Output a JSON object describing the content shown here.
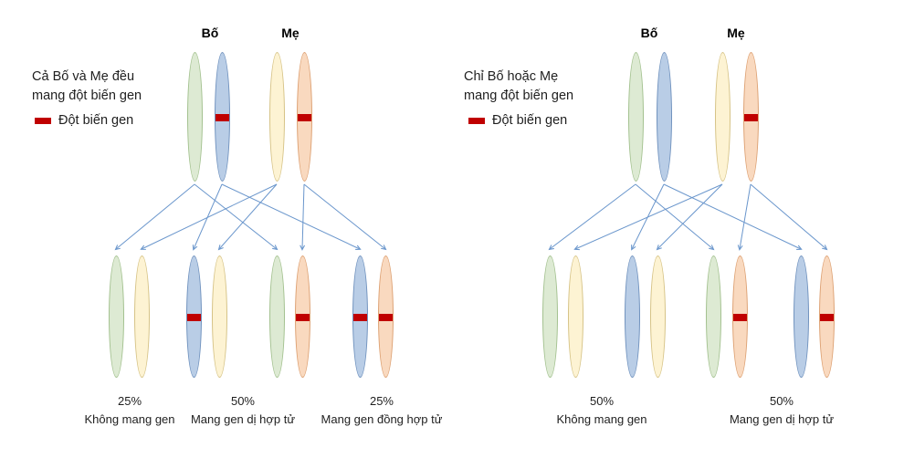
{
  "colors": {
    "background": "#ffffff",
    "mutation": "#c00000",
    "arrow": "#6a96cc",
    "text": "#1f1f1f",
    "chromosome": {
      "green": {
        "fill": "#ddead3",
        "border": "#a3c18f"
      },
      "blue": {
        "fill": "#b9cde6",
        "border": "#7092be"
      },
      "yellow": {
        "fill": "#fdf3d3",
        "border": "#d6c386"
      },
      "orange": {
        "fill": "#f9d9bf",
        "border": "#dda173"
      }
    }
  },
  "panels": [
    {
      "name": "both-parents-carry-mutation",
      "description_lines": [
        "Cả Bố và Mẹ đều",
        "mang đột biến gen"
      ],
      "legend": "Đột biến gen",
      "father_label": "Bố",
      "mother_label": "Mẹ",
      "parents": [
        {
          "parent": "father",
          "color": "green",
          "mutation": false
        },
        {
          "parent": "father",
          "color": "blue",
          "mutation": true
        },
        {
          "parent": "mother",
          "color": "yellow",
          "mutation": false
        },
        {
          "parent": "mother",
          "color": "orange",
          "mutation": true
        }
      ],
      "offspring_pairs": [
        {
          "chromosomes": [
            {
              "color": "green",
              "mutation": false
            },
            {
              "color": "yellow",
              "mutation": false
            }
          ]
        },
        {
          "chromosomes": [
            {
              "color": "blue",
              "mutation": true
            },
            {
              "color": "yellow",
              "mutation": false
            }
          ]
        },
        {
          "chromosomes": [
            {
              "color": "green",
              "mutation": false
            },
            {
              "color": "orange",
              "mutation": true
            }
          ]
        },
        {
          "chromosomes": [
            {
              "color": "blue",
              "mutation": true
            },
            {
              "color": "orange",
              "mutation": true
            }
          ]
        }
      ],
      "inheritance": [
        {
          "parent": 0,
          "children": [
            [
              0,
              0
            ],
            [
              2,
              0
            ]
          ]
        },
        {
          "parent": 1,
          "children": [
            [
              1,
              0
            ],
            [
              3,
              0
            ]
          ]
        },
        {
          "parent": 2,
          "children": [
            [
              0,
              1
            ],
            [
              1,
              1
            ]
          ]
        },
        {
          "parent": 3,
          "children": [
            [
              2,
              1
            ],
            [
              3,
              1
            ]
          ]
        }
      ],
      "results": [
        {
          "percent": "25%",
          "label": "Không mang gen"
        },
        {
          "percent": "50%",
          "label": "Mang gen dị hợp tử"
        },
        {
          "percent": "25%",
          "label": "Mang gen đồng hợp tử"
        }
      ]
    },
    {
      "name": "one-parent-carries-mutation",
      "description_lines": [
        "Chỉ Bố hoặc Mẹ",
        "mang đột biến gen"
      ],
      "legend": "Đột biến gen",
      "father_label": "Bố",
      "mother_label": "Mẹ",
      "parents": [
        {
          "parent": "father",
          "color": "green",
          "mutation": false
        },
        {
          "parent": "father",
          "color": "blue",
          "mutation": false
        },
        {
          "parent": "mother",
          "color": "yellow",
          "mutation": false
        },
        {
          "parent": "mother",
          "color": "orange",
          "mutation": true
        }
      ],
      "offspring_pairs": [
        {
          "chromosomes": [
            {
              "color": "green",
              "mutation": false
            },
            {
              "color": "yellow",
              "mutation": false
            }
          ]
        },
        {
          "chromosomes": [
            {
              "color": "blue",
              "mutation": false
            },
            {
              "color": "yellow",
              "mutation": false
            }
          ]
        },
        {
          "chromosomes": [
            {
              "color": "green",
              "mutation": false
            },
            {
              "color": "orange",
              "mutation": true
            }
          ]
        },
        {
          "chromosomes": [
            {
              "color": "blue",
              "mutation": false
            },
            {
              "color": "orange",
              "mutation": true
            }
          ]
        }
      ],
      "inheritance": [
        {
          "parent": 0,
          "children": [
            [
              0,
              0
            ],
            [
              2,
              0
            ]
          ]
        },
        {
          "parent": 1,
          "children": [
            [
              1,
              0
            ],
            [
              3,
              0
            ]
          ]
        },
        {
          "parent": 2,
          "children": [
            [
              0,
              1
            ],
            [
              1,
              1
            ]
          ]
        },
        {
          "parent": 3,
          "children": [
            [
              2,
              1
            ],
            [
              3,
              1
            ]
          ]
        }
      ],
      "results": [
        {
          "percent": "50%",
          "label": "Không mang gen"
        },
        {
          "percent": "50%",
          "label": "Mang gen dị hợp tử"
        }
      ]
    }
  ]
}
